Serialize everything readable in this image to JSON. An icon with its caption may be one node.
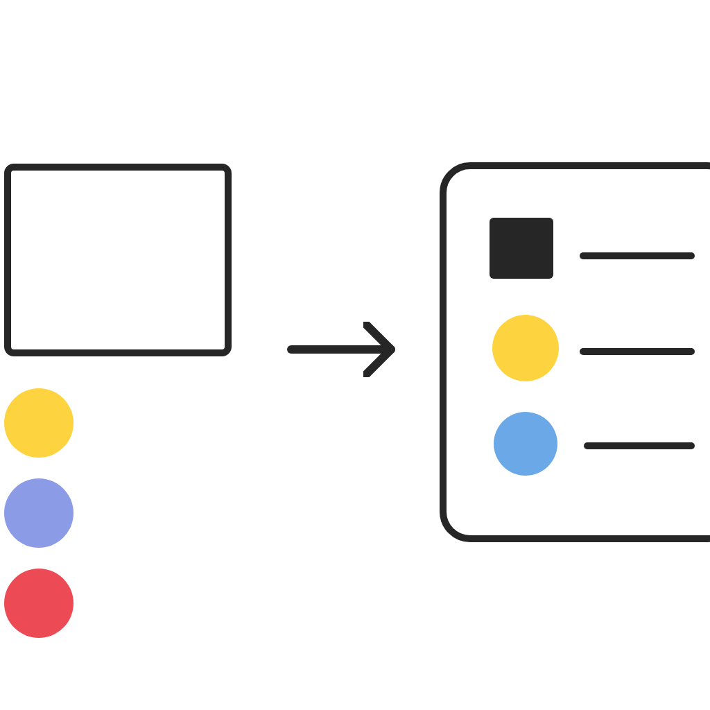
{
  "diagram": {
    "nodes": [
      {
        "text": [],
        "shape": "box"
      },
      {
        "text": [],
        "shape": "box"
      }
    ],
    "edges": [
      {
        "from": 0,
        "to": 1,
        "arrow": "to"
      }
    ]
  }
}
